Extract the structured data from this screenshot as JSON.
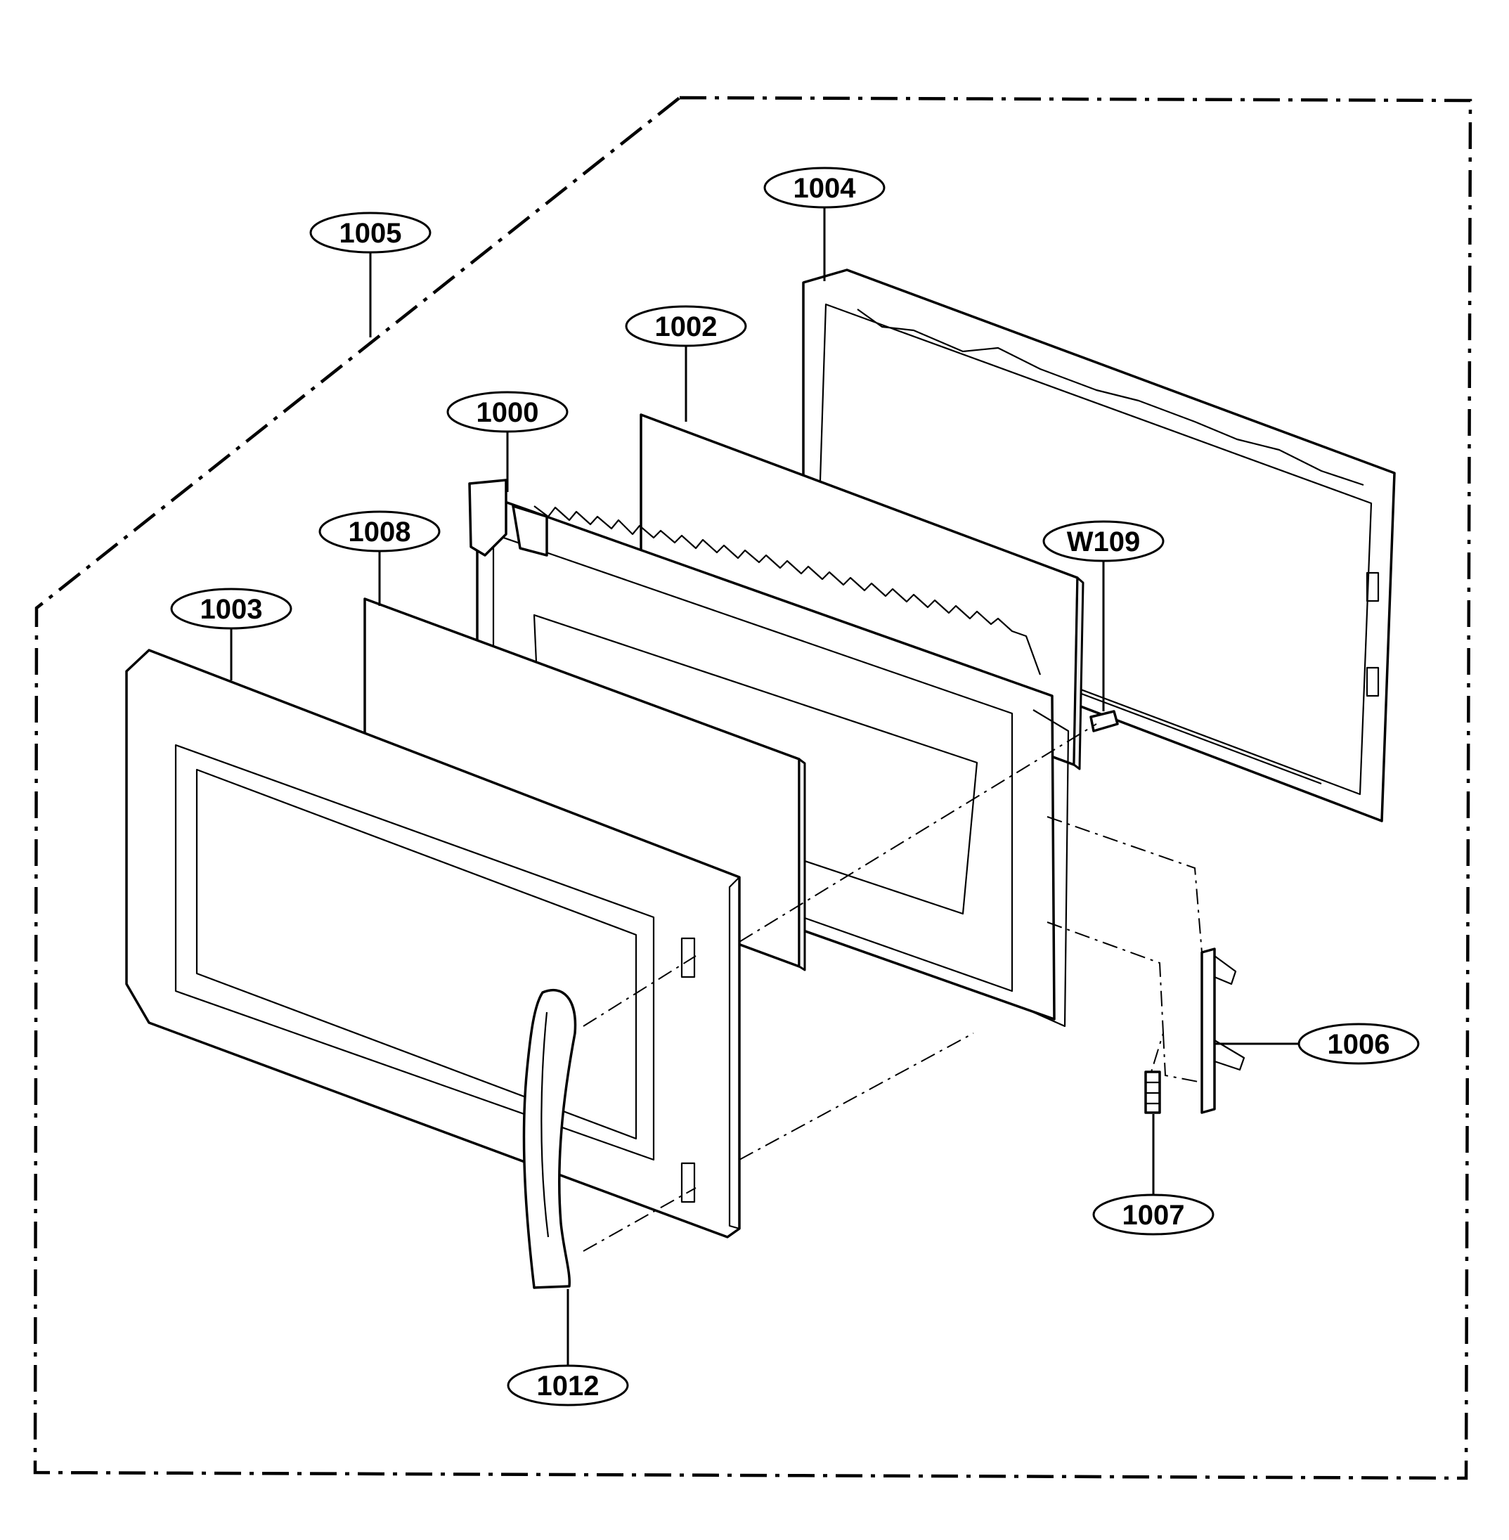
{
  "colors": {
    "line": "#000000",
    "background": "#ffffff"
  },
  "callouts": {
    "c1005": "1005",
    "c1004": "1004",
    "c1002": "1002",
    "c1000": "1000",
    "c1008": "1008",
    "c1003": "1003",
    "cW109": "W109",
    "c1006": "1006",
    "c1007": "1007",
    "c1012": "1012"
  }
}
